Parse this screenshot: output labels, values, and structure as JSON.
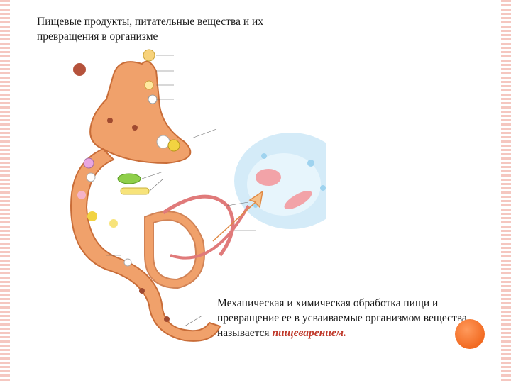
{
  "slide": {
    "title": "Пищевые продукты, питательные вещества и их превращения в организме",
    "caption_text": "Механическая и химическая обработка пищи и превращение ее в усваиваемые организмом вещества называется ",
    "caption_term": "пищеварением."
  },
  "colors": {
    "accent_orange": "#f26a21",
    "term_red": "#c0392b",
    "border_pink": "#f5c7c0"
  }
}
